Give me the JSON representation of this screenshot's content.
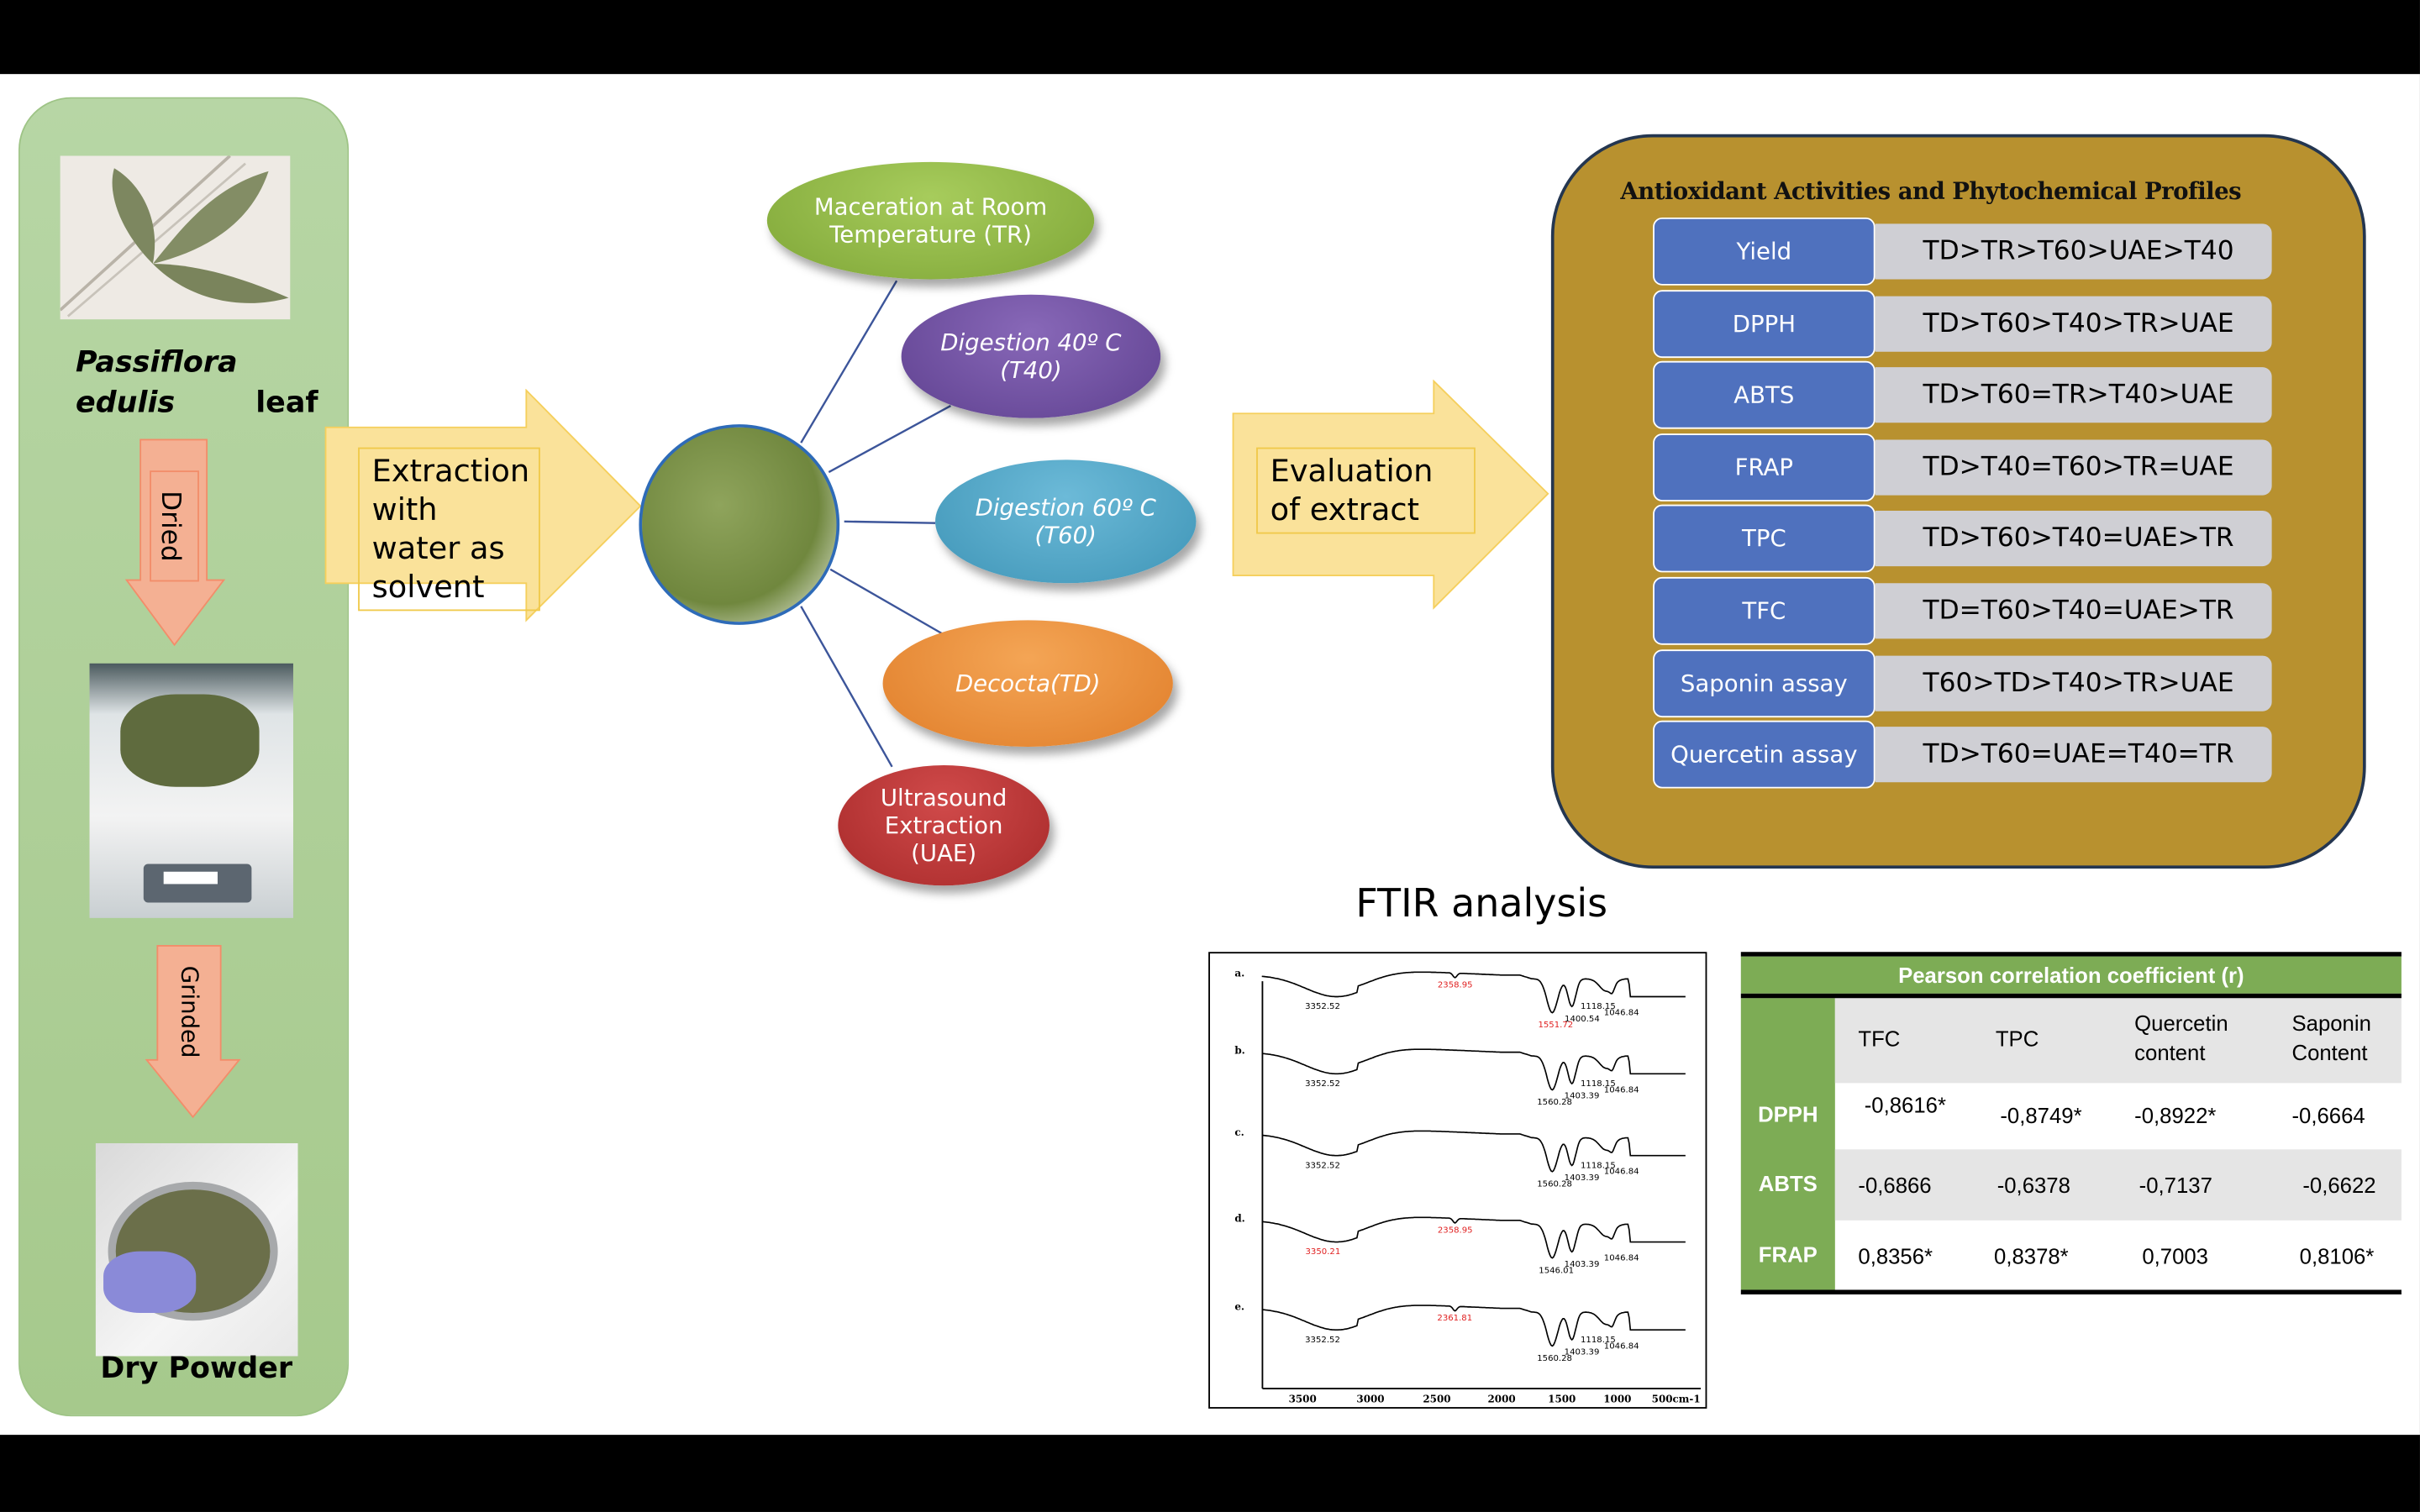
{
  "left_panel": {
    "species_label": "Passiflora edulis",
    "species_suffix": "leaf",
    "step1": "Dried",
    "step2": "Grinded",
    "final_label": "Dry Powder"
  },
  "extraction_arrow": {
    "text": "Extraction with water as solvent"
  },
  "methods": [
    {
      "label": "Maceration at Room Temperature (TR)",
      "color": "#8db543"
    },
    {
      "label": "Digestion 40º C (T40)",
      "color": "#6b4b9f"
    },
    {
      "label": "Digestion 60º C (T60)",
      "color": "#4aa2c4"
    },
    {
      "label": "Decocta(TD)",
      "color": "#e98b36"
    },
    {
      "label": "Ultrasound Extraction (UAE)",
      "color": "#b83333"
    }
  ],
  "evaluation_arrow": {
    "text": "Evaluation of extract"
  },
  "antioxidant": {
    "title": "Antioxidant Activities and Phytochemical Profiles",
    "rows": [
      {
        "key": "Yield",
        "value": "TD>TR>T60>UAE>T40"
      },
      {
        "key": "DPPH",
        "value": "TD>T60>T40>TR>UAE"
      },
      {
        "key": "ABTS",
        "value": "TD>T60=TR>T40>UAE"
      },
      {
        "key": "FRAP",
        "value": "TD>T40=T60>TR=UAE"
      },
      {
        "key": "TPC",
        "value": "TD>T60>T40=UAE>TR"
      },
      {
        "key": "TFC",
        "value": "TD=T60>T40=UAE>TR"
      },
      {
        "key": "Saponin assay",
        "value": "T60>TD>T40>TR>UAE"
      },
      {
        "key": "Quercetin assay",
        "value": "TD>T60=UAE=T40=TR"
      }
    ]
  },
  "ftir": {
    "title": "FTIR analysis",
    "chart_data": {
      "type": "line",
      "xlabel": "cm-1",
      "x_ticks": [
        "3500",
        "3000",
        "2500",
        "2000",
        "1500",
        "1000",
        "500cm-1"
      ],
      "series": [
        {
          "name": "a.",
          "peaks": [
            {
              "label": "3352.52",
              "x": 3352.52,
              "red": false
            },
            {
              "label": "2358.95",
              "x": 2358.95,
              "red": true
            },
            {
              "label": "1551.72",
              "x": 1551.72,
              "red": true
            },
            {
              "label": "1400.54",
              "x": 1400.54,
              "red": false
            },
            {
              "label": "1118.15",
              "x": 1118.15,
              "red": false
            },
            {
              "label": "1046.84",
              "x": 1046.84,
              "red": false
            }
          ]
        },
        {
          "name": "b.",
          "peaks": [
            {
              "label": "3352.52",
              "x": 3352.52,
              "red": false
            },
            {
              "label": "1560.28",
              "x": 1560.28,
              "red": false
            },
            {
              "label": "1403.39",
              "x": 1403.39,
              "red": false
            },
            {
              "label": "1118.15",
              "x": 1118.15,
              "red": false
            },
            {
              "label": "1046.84",
              "x": 1046.84,
              "red": false
            }
          ]
        },
        {
          "name": "c.",
          "peaks": [
            {
              "label": "3352.52",
              "x": 3352.52,
              "red": false
            },
            {
              "label": "1560.28",
              "x": 1560.28,
              "red": false
            },
            {
              "label": "1403.39",
              "x": 1403.39,
              "red": false
            },
            {
              "label": "1118.15",
              "x": 1118.15,
              "red": false
            },
            {
              "label": "1046.84",
              "x": 1046.84,
              "red": false
            }
          ]
        },
        {
          "name": "d.",
          "peaks": [
            {
              "label": "3350.21",
              "x": 3350.21,
              "red": true
            },
            {
              "label": "2358.95",
              "x": 2358.95,
              "red": true
            },
            {
              "label": "1546.01",
              "x": 1546.01,
              "red": false
            },
            {
              "label": "1403.39",
              "x": 1403.39,
              "red": false
            },
            {
              "label": "1046.84",
              "x": 1046.84,
              "red": false
            }
          ]
        },
        {
          "name": "e.",
          "peaks": [
            {
              "label": "3352.52",
              "x": 3352.52,
              "red": false
            },
            {
              "label": "2361.81",
              "x": 2361.81,
              "red": true
            },
            {
              "label": "1560.28",
              "x": 1560.28,
              "red": false
            },
            {
              "label": "1403.39",
              "x": 1403.39,
              "red": false
            },
            {
              "label": "1118.15",
              "x": 1118.15,
              "red": false
            },
            {
              "label": "1046.84",
              "x": 1046.84,
              "red": false
            }
          ]
        }
      ]
    }
  },
  "pearson": {
    "title": "Pearson correlation coefficient (r)",
    "columns": [
      "TFC",
      "TPC",
      "Quercetin content",
      "Saponin Content"
    ],
    "rows": [
      {
        "name": "DPPH",
        "values": [
          "-0,8616*",
          "-0,8749*",
          "-0,8922*",
          "-0,6664"
        ]
      },
      {
        "name": "ABTS",
        "values": [
          "-0,6866",
          "-0,6378",
          "-0,7137",
          "-0,6622"
        ]
      },
      {
        "name": "FRAP",
        "values": [
          "0,8356*",
          "0,8378*",
          "0,7003",
          "0,8106*"
        ]
      }
    ]
  }
}
